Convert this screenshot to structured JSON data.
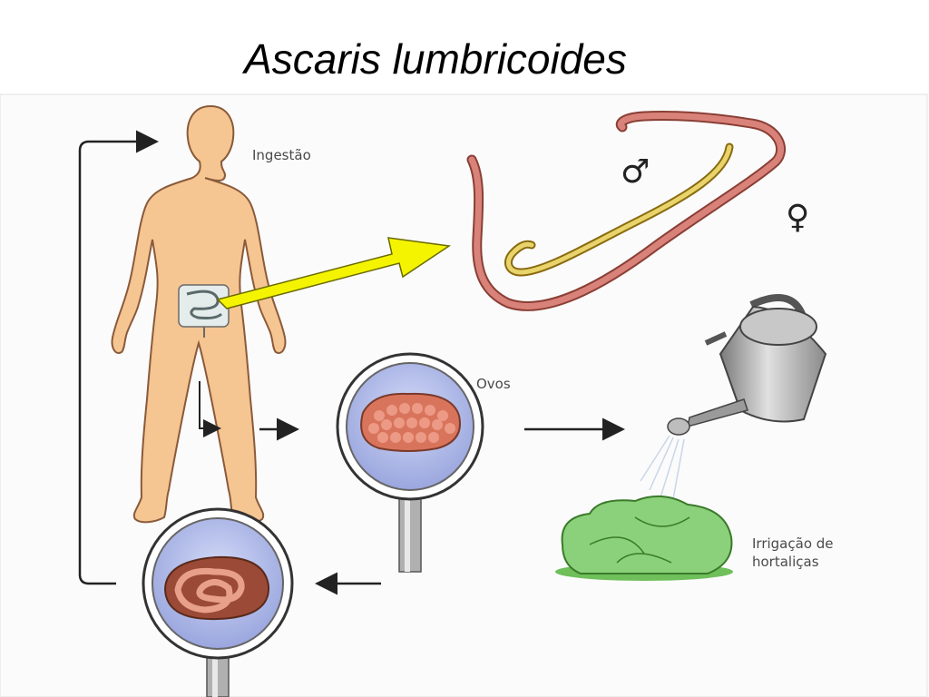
{
  "title": "Ascaris lumbricoides",
  "labels": {
    "ingestion": "Ingestão",
    "eggs": "Ovos",
    "irrigation_line1": "Irrigação de",
    "irrigation_line2": "hortaliças"
  },
  "symbols": {
    "male": "♂",
    "female": "♀"
  },
  "colors": {
    "skin": "#f5c592",
    "skin_outline": "#8a5a3a",
    "female_worm": "#d9827a",
    "male_worm": "#e8d46a",
    "arrow_yellow": "#f4f400",
    "bubble": "#b9c3f0",
    "eggs": "#d9745c",
    "lettuce": "#7ec86a",
    "can": "#b8b8b8"
  }
}
